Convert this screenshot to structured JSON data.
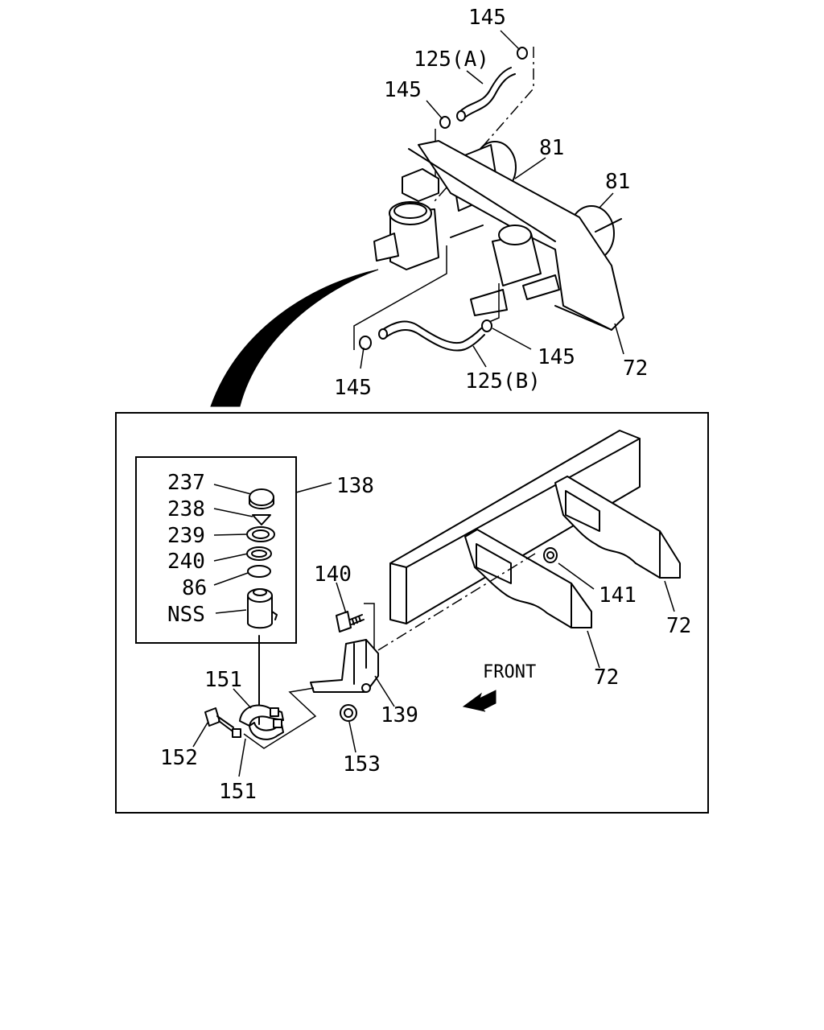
{
  "diagram": {
    "labels": {
      "l145_top": "145",
      "l125a": "125(A)",
      "l145_left": "145",
      "l81_a": "81",
      "l81_b": "81",
      "l145_right": "145",
      "l72_top": "72",
      "l145_bottom": "145",
      "l125b": "125(B)",
      "l138": "138",
      "l237": "237",
      "l238": "238",
      "l239": "239",
      "l240": "240",
      "l86": "86",
      "lnss": "NSS",
      "l140": "140",
      "l141": "141",
      "l72_right": "72",
      "l72_mid": "72",
      "lfront": "FRONT",
      "l139": "139",
      "l151_top": "151",
      "l152": "152",
      "l151_bottom": "151",
      "l153": "153"
    }
  }
}
